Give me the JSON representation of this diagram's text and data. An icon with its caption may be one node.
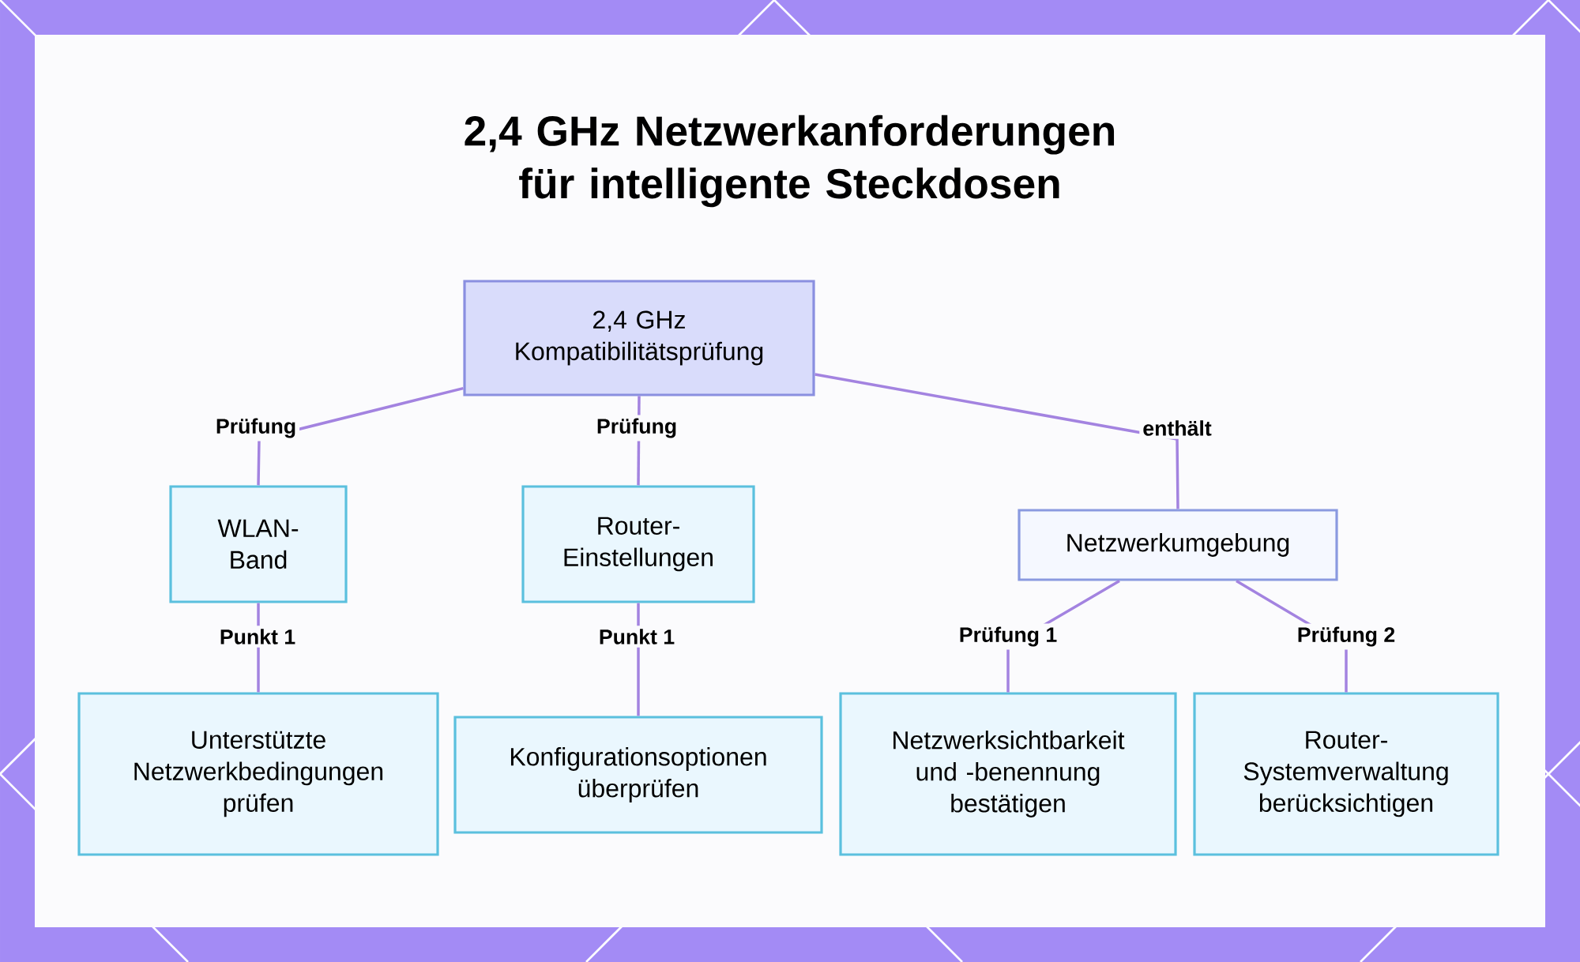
{
  "diagram": {
    "title": "2,4 GHz Netzwerkanforderungen für intelligente Steckdosen",
    "nodes": [
      {
        "text": [
          "2,4 GHz Kompatibilitätsprüfung"
        ]
      },
      {
        "text": [
          "WLAN-Band"
        ]
      },
      {
        "text": [
          "Router-Einstellungen"
        ]
      },
      {
        "text": [
          "Netzwerkumgebung"
        ]
      },
      {
        "text": [
          "Unterstützte Netzwerkbedingungen prüfen"
        ]
      },
      {
        "text": [
          "Konfigurationsoptionen überprüfen"
        ]
      },
      {
        "text": [
          "Netzwerksichtbarkeit und -benennung bestätigen"
        ]
      },
      {
        "text": [
          "Router-Systemverwaltung berücksichtigen"
        ]
      }
    ],
    "edges": [
      {
        "from": 0,
        "to": 1,
        "arrow": "none",
        "label": "Prüfung"
      },
      {
        "from": 0,
        "to": 2,
        "arrow": "none",
        "label": "Prüfung"
      },
      {
        "from": 0,
        "to": 3,
        "arrow": "none",
        "label": "enthält"
      },
      {
        "from": 1,
        "to": 4,
        "arrow": "none",
        "label": "Punkt 1"
      },
      {
        "from": 2,
        "to": 5,
        "arrow": "none",
        "label": "Punkt 1"
      },
      {
        "from": 3,
        "to": 6,
        "arrow": "none",
        "label": "Prüfung 1"
      },
      {
        "from": 3,
        "to": 7,
        "arrow": "none",
        "label": "Prüfung 2"
      }
    ]
  }
}
